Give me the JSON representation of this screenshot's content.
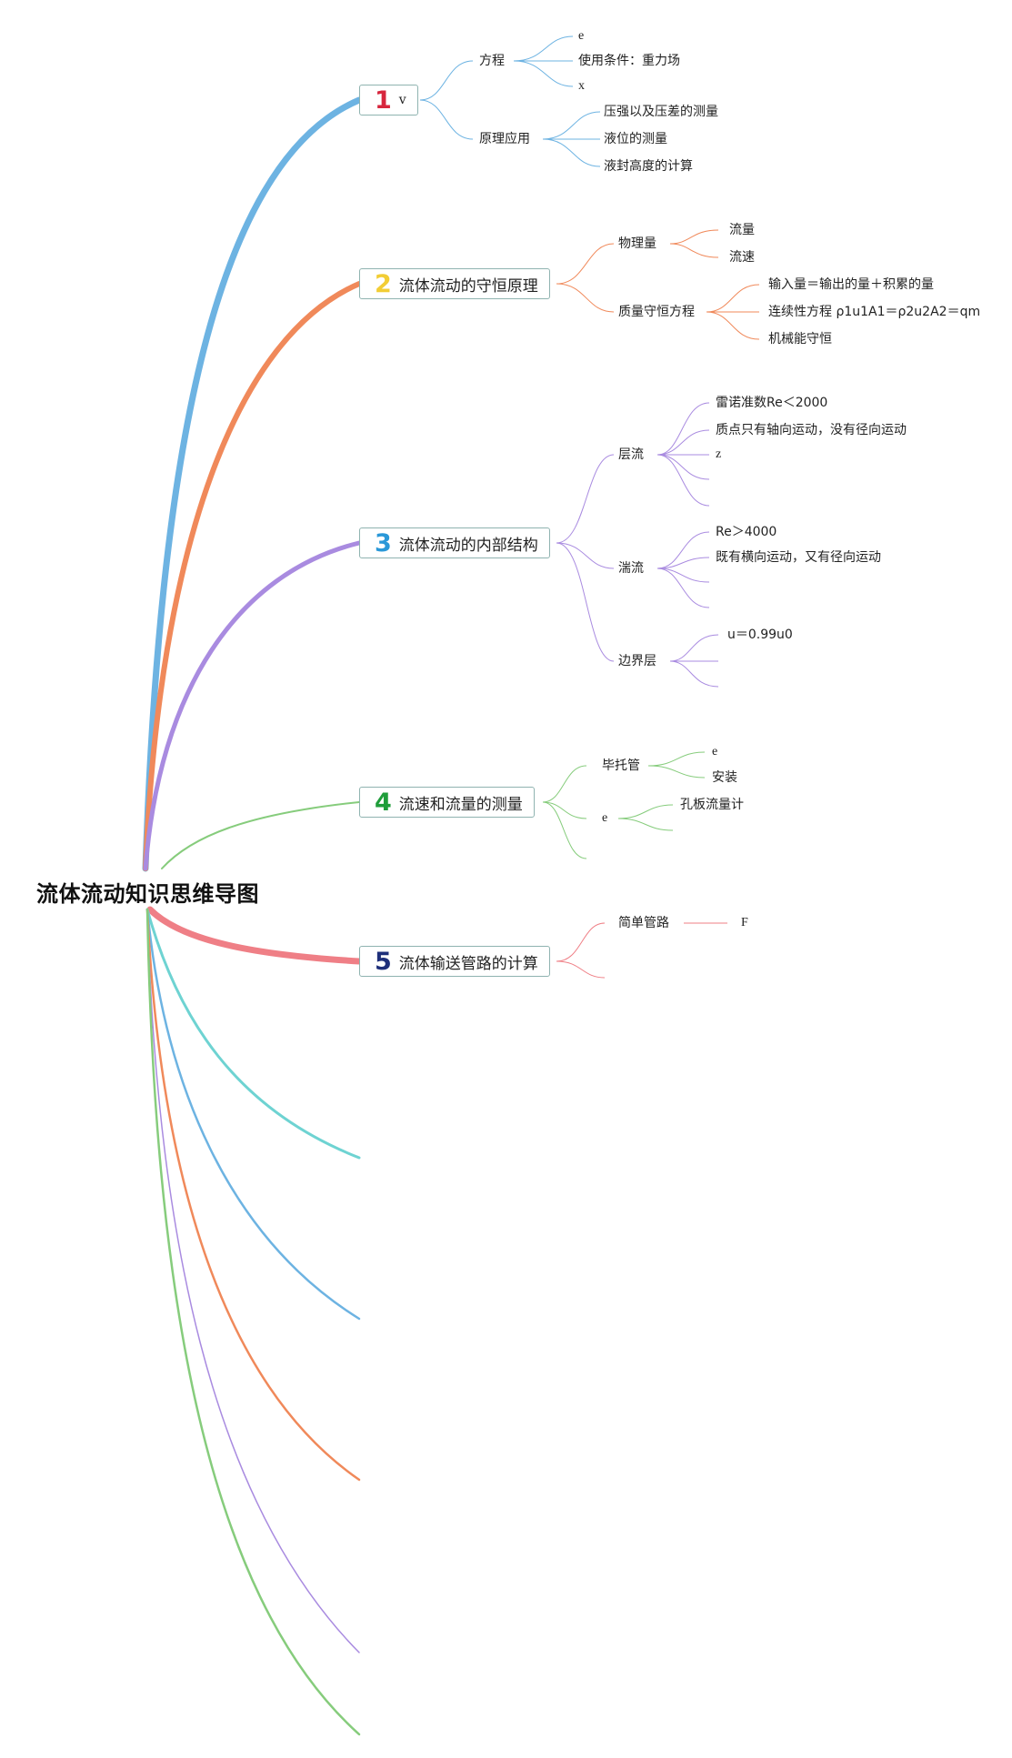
{
  "root": {
    "title": "流体流动知识思维导图"
  },
  "colors": {
    "branch1": "#6db3e2",
    "branch2": "#f0895a",
    "branch3": "#a98be0",
    "branch4": "#86cc7c",
    "branch5": "#ef7f86",
    "branch6": "#6ed3d2",
    "num1": "#d7263d",
    "num2": "#f2cd35",
    "num3": "#2a98d8",
    "num4": "#1f9d3a",
    "num5": "#1e2f7a",
    "topic_border": "#8fb3b0"
  },
  "topics": [
    {
      "number": "1",
      "title": "v",
      "children": [
        {
          "label": "方程",
          "children": [
            "e",
            "使用条件：重力场",
            "x"
          ]
        },
        {
          "label": "原理应用",
          "children": [
            "压强以及压差的测量",
            "液位的测量",
            "液封高度的计算"
          ]
        }
      ]
    },
    {
      "number": "2",
      "title": "流体流动的守恒原理",
      "children": [
        {
          "label": "物理量",
          "children": [
            "流量",
            "流速"
          ]
        },
        {
          "label": "质量守恒方程",
          "children": [
            "输入量＝输出的量＋积累的量",
            "连续性方程 ρ1u1A1＝ρ2u2A2＝qm",
            "机械能守恒"
          ]
        }
      ]
    },
    {
      "number": "3",
      "title": "流体流动的内部结构",
      "children": [
        {
          "label": "层流",
          "children": [
            "雷诺准数Re＜2000",
            "质点只有轴向运动，没有径向运动",
            "z",
            "",
            ""
          ]
        },
        {
          "label": "湍流",
          "children": [
            "Re＞4000",
            "既有横向运动，又有径向运动",
            "",
            ""
          ]
        },
        {
          "label": "边界层",
          "children": [
            "u＝0.99u0",
            "",
            ""
          ]
        }
      ]
    },
    {
      "number": "4",
      "title": "流速和流量的测量",
      "children": [
        {
          "label": "毕托管",
          "children": [
            "e",
            "安装"
          ]
        },
        {
          "label": "e",
          "children": [
            "孔板流量计",
            ""
          ]
        },
        {
          "label": "",
          "children": []
        }
      ]
    },
    {
      "number": "5",
      "title": "流体输送管路的计算",
      "children": [
        {
          "label": "简单管路",
          "children": [
            "F"
          ]
        },
        {
          "label": "",
          "children": []
        }
      ]
    }
  ]
}
